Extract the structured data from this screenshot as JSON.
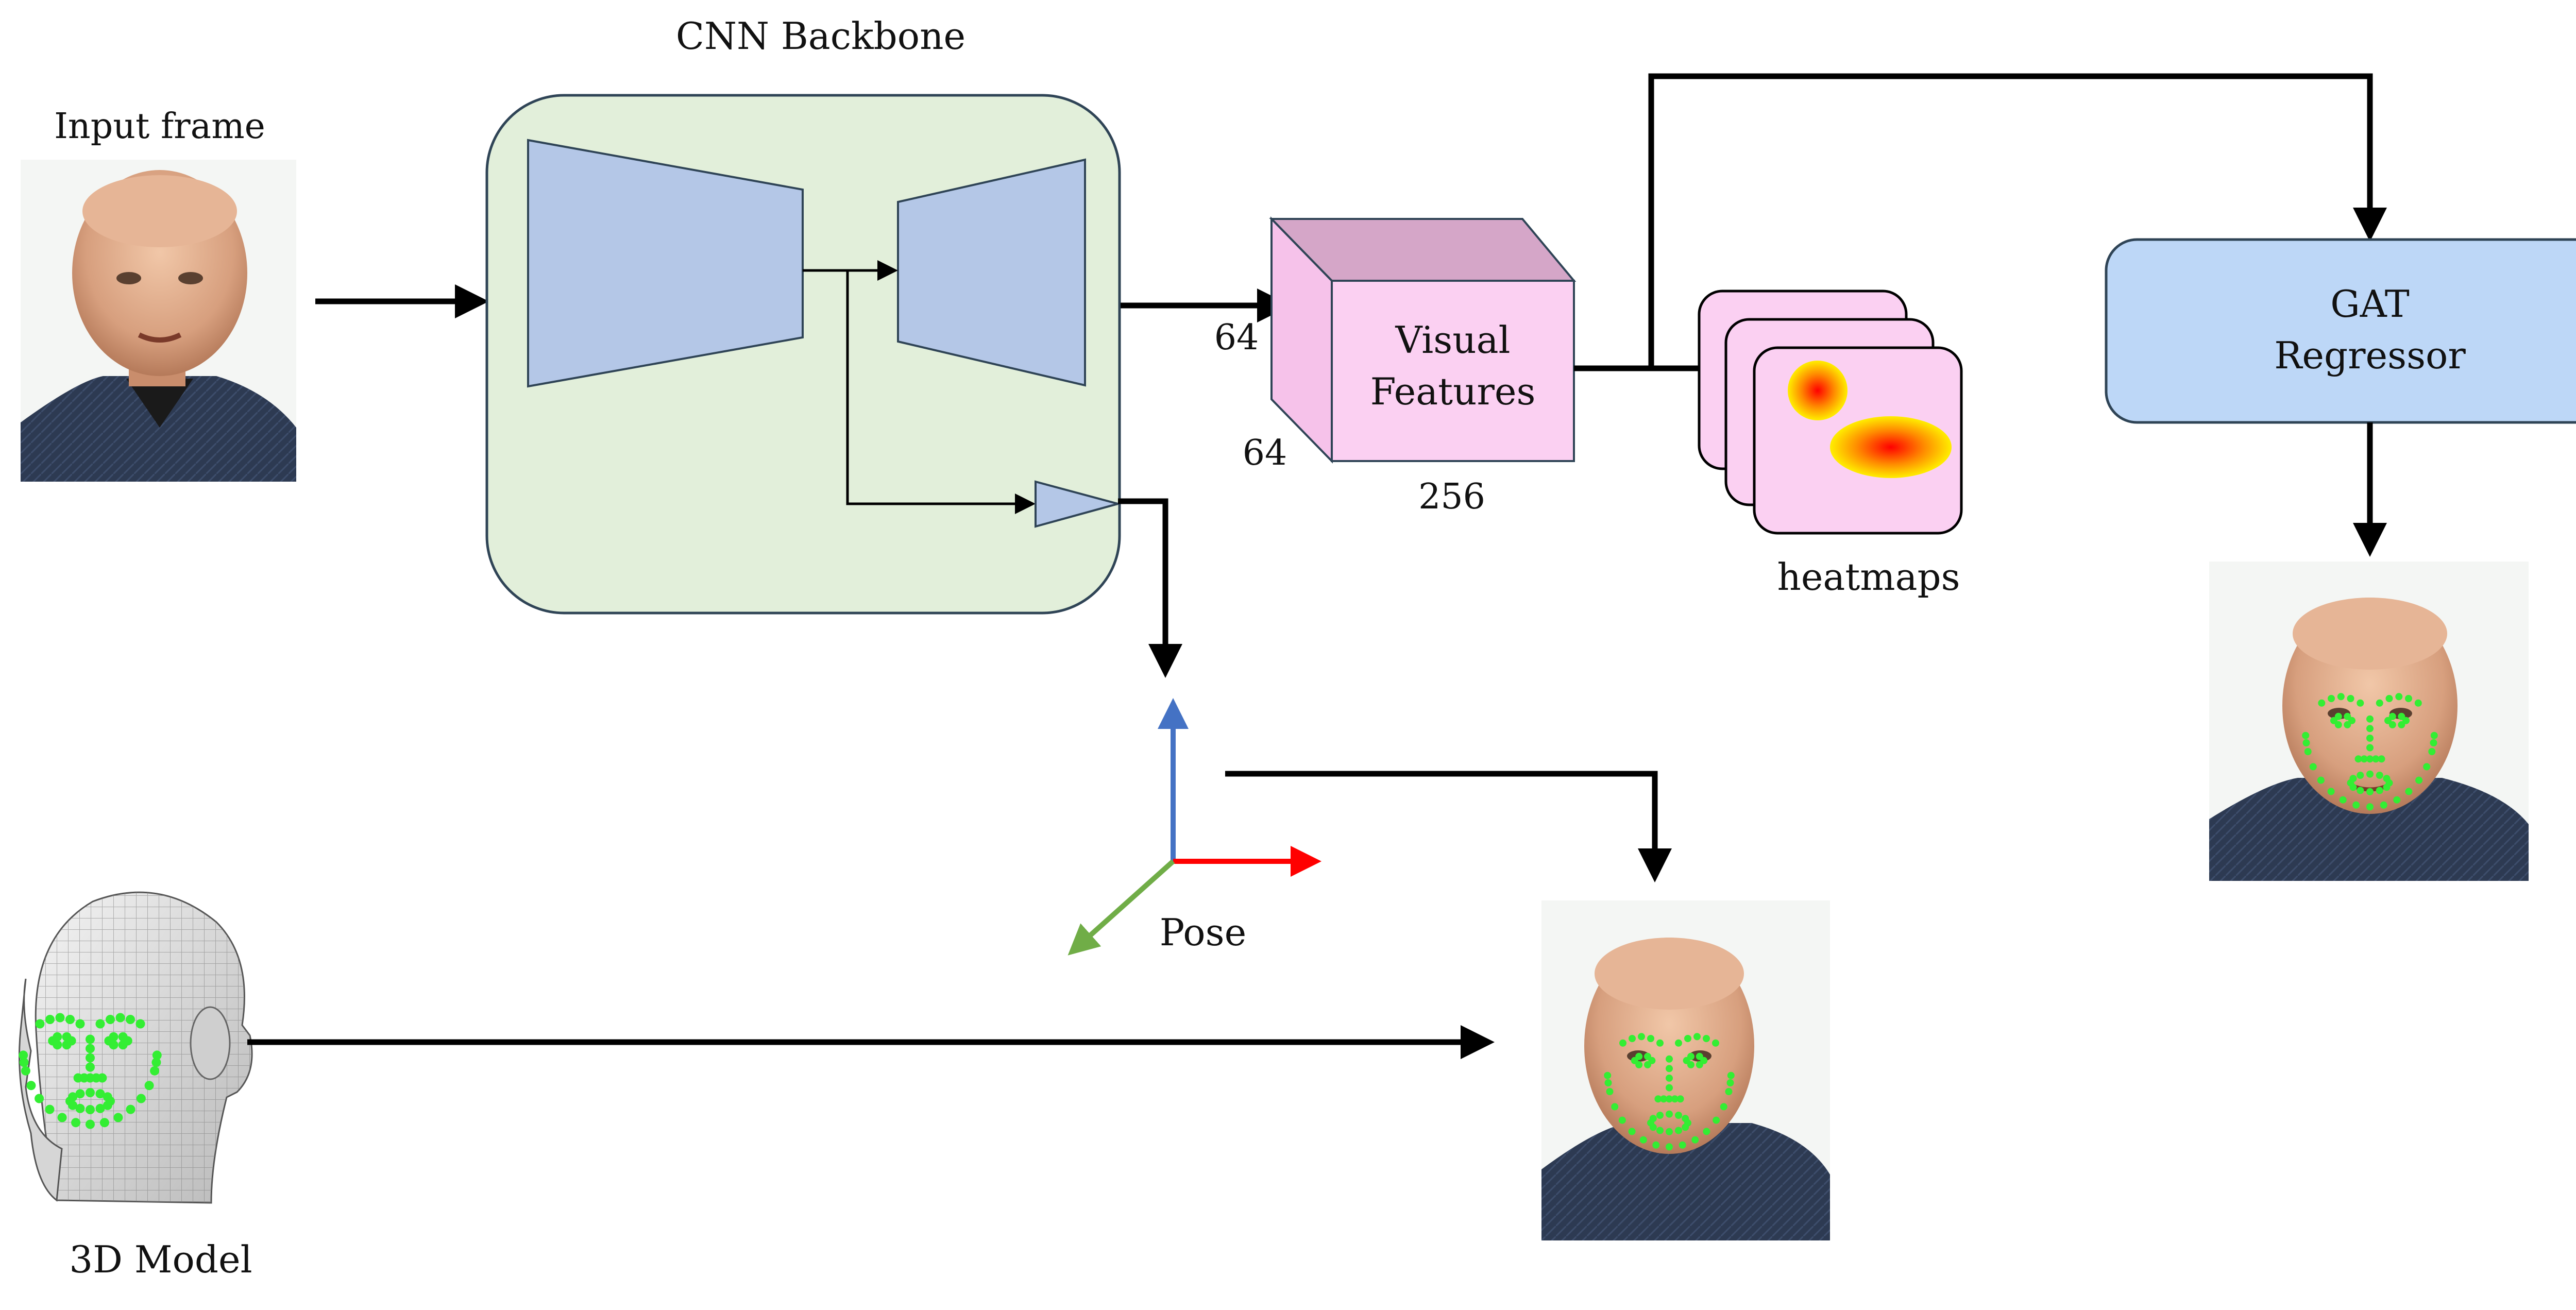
{
  "labels": {
    "input_frame": "Input frame",
    "cnn_backbone": "CNN Backbone",
    "visual_features_line1": "Visual",
    "visual_features_line2": "Features",
    "dim_channels": "64",
    "dim_height": "64",
    "dim_width": "256",
    "heatmaps": "heatmaps",
    "gat_line1": "GAT",
    "gat_line2": "Regressor",
    "pose": "Pose",
    "model_3d": "3D Model"
  },
  "colors": {
    "backbone_fill": "#e2efda",
    "backbone_stroke": "#2f4456",
    "encoder_fill": "#b4c7e7",
    "cube_front": "#fbd0f2",
    "cube_top": "#d5a6c8",
    "cube_side": "#f6c2ea",
    "heatmap_fill": "#fbd0f2",
    "gat_fill": "#bdd7f7",
    "axis_up": "#4472c4",
    "axis_right": "#ff0000",
    "axis_diag": "#70ad47",
    "landmark": "#33ee33",
    "arrow": "#000000"
  }
}
